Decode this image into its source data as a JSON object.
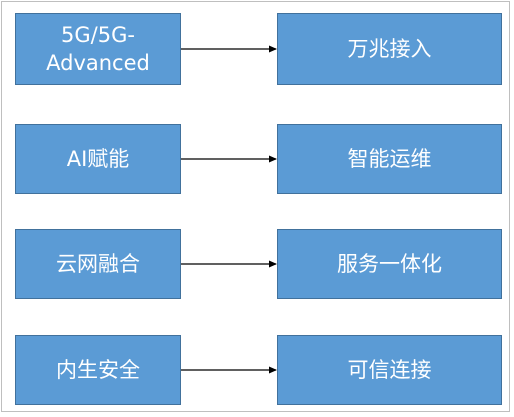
{
  "rows": [
    {
      "source": "5G/5G-\nAdvanced",
      "target": "万兆接入"
    },
    {
      "source": "AI赋能",
      "target": "智能运维"
    },
    {
      "source": "云网融合",
      "target": "服务一体化"
    },
    {
      "source": "内生安全",
      "target": "可信连接"
    }
  ],
  "colors": {
    "box_fill": "#5b9bd5",
    "box_border": "#41719c",
    "text": "#ffffff",
    "arrow": "#000000"
  }
}
